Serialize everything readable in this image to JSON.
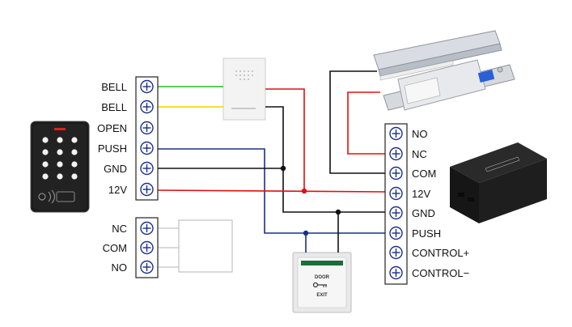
{
  "left_terminal": {
    "labels": [
      "BELL",
      "BELL",
      "OPEN",
      "PUSH",
      "GND",
      "12V"
    ]
  },
  "relay_terminal": {
    "labels": [
      "NC",
      "COM",
      "NO"
    ]
  },
  "psu_terminal": {
    "labels": [
      "NO",
      "NC",
      "COM",
      "12V",
      "GND",
      "PUSH",
      "CONTROL+",
      "CONTROL−"
    ]
  },
  "exit_button": {
    "line1": "DOOR",
    "line2": "EXIT"
  },
  "colors": {
    "green": "#22bb22",
    "yellow": "#f2d100",
    "red": "#e01010",
    "blue": "#1a2f8c",
    "black": "#111111"
  }
}
